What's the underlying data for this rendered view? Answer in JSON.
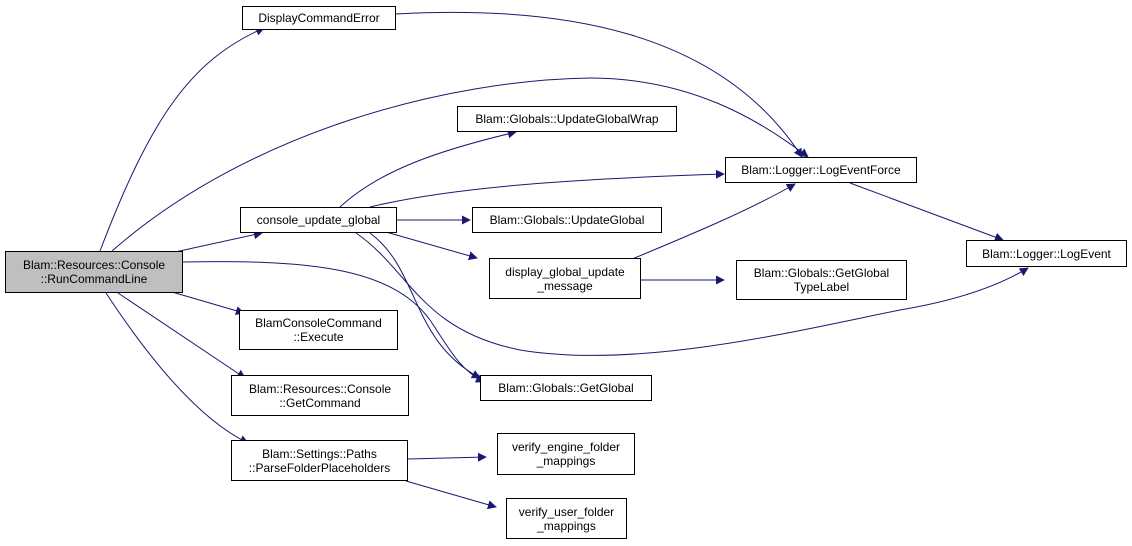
{
  "graph": {
    "edge_color": "#191970",
    "root_fill": "#bfbfbf",
    "nodes": {
      "root": [
        "Blam::Resources::Console",
        "::RunCommandLine"
      ],
      "display_command_error": [
        "DisplayCommandError"
      ],
      "console_update_global": [
        "console_update_global"
      ],
      "console_command_execute": [
        "BlamConsoleCommand",
        "::Execute"
      ],
      "console_get_command": [
        "Blam::Resources::Console",
        "::GetCommand"
      ],
      "parse_folder_placeholders": [
        "Blam::Settings::Paths",
        "::ParseFolderPlaceholders"
      ],
      "update_global_wrap": [
        "Blam::Globals::UpdateGlobalWrap"
      ],
      "update_global": [
        "Blam::Globals::UpdateGlobal"
      ],
      "display_global_update_message": [
        "display_global_update",
        "_message"
      ],
      "get_global": [
        "Blam::Globals::GetGlobal"
      ],
      "log_event_force": [
        "Blam::Logger::LogEventForce"
      ],
      "get_global_type_label": [
        "Blam::Globals::GetGlobal",
        "TypeLabel"
      ],
      "log_event": [
        "Blam::Logger::LogEvent"
      ],
      "verify_engine_folder_mappings": [
        "verify_engine_folder",
        "_mappings"
      ],
      "verify_user_folder_mappings": [
        "verify_user_folder",
        "_mappings"
      ]
    }
  }
}
